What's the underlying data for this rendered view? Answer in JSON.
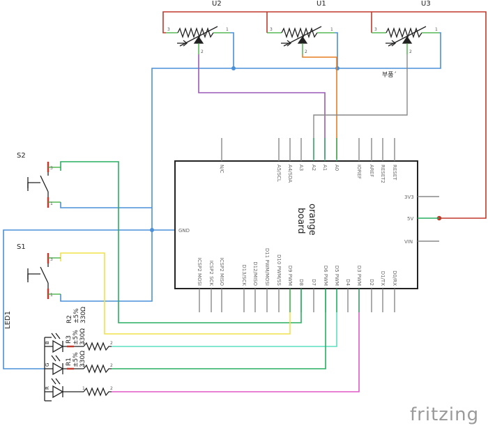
{
  "components": {
    "potentiometers": [
      "U2",
      "U1",
      "U3"
    ],
    "buttons": [
      "S2",
      "S1"
    ],
    "led": "LED1",
    "resistors": [
      {
        "name": "R2",
        "tol": "±5%",
        "value": "330Ω"
      },
      {
        "name": "R3",
        "tol": "±5%",
        "value": "330Ω"
      },
      {
        "name": "R1",
        "tol": "±5%",
        "value": "330Ω"
      }
    ],
    "led_pins": [
      "B",
      "G",
      "R"
    ]
  },
  "board": {
    "title_line1": "orange",
    "title_line2": "board",
    "top_pins": [
      "N/C",
      "A5/SCL",
      "A4/SDA",
      "A3",
      "A2",
      "A1",
      "A0",
      "IOREF",
      "AREF",
      "RESET2",
      "RESET"
    ],
    "bottom_pins": [
      "ICSP2 MOSI",
      "ICSP2 SCK",
      "ICSP2 MISO",
      "D13/SCK",
      "D12/MISO",
      "D11 PWM/MOSI",
      "D10 PWM/SS",
      "D9 PWM",
      "D8",
      "D7",
      "D6 PWM",
      "D5 PWM",
      "D4",
      "D3 PWM",
      "D2",
      "D1/TX",
      "D0/RX"
    ],
    "right_pins": [
      "3V3",
      "5V",
      "VIN"
    ],
    "left_pin": "GND"
  },
  "annotation": "부품ˊ",
  "brand": "fritzing",
  "colors": {
    "red": "#c0392b",
    "blue": "#4a90d9",
    "green": "#27ae60",
    "orange": "#e67e22",
    "purple": "#9b59b6",
    "gray": "#888888",
    "yellow": "#f1e04a",
    "cyan": "#5ce0c0",
    "magenta": "#e056c8"
  }
}
